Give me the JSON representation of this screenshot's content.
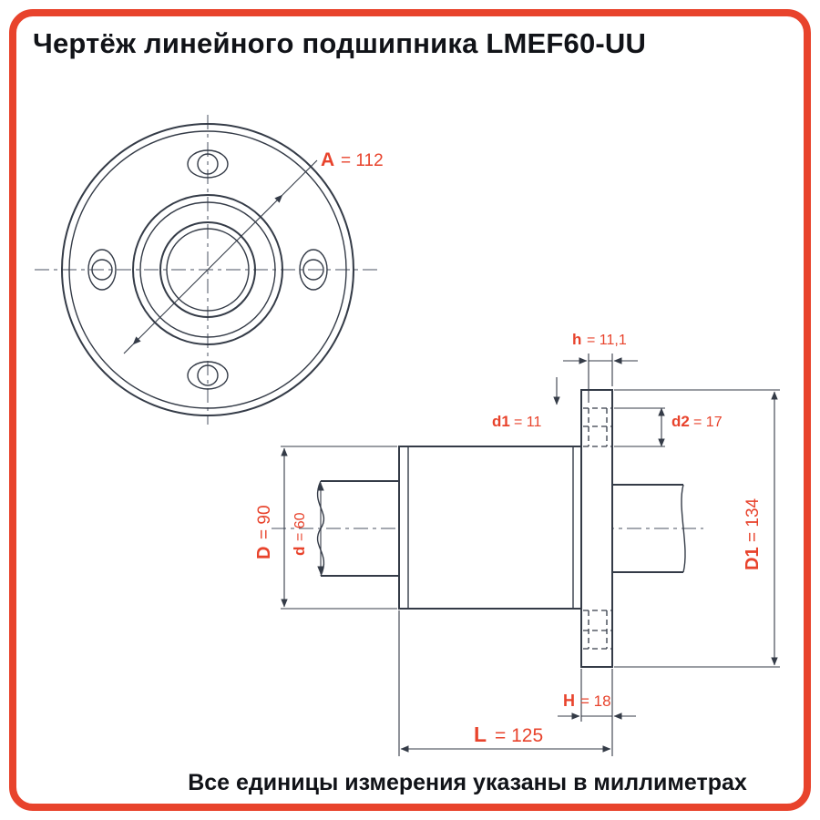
{
  "page": {
    "title": "Чертёж линейного подшипника LMEF60-UU",
    "footer": "Все единицы измерения указаны в миллиметрах",
    "accent_color": "#e8432c",
    "line_color": "#343b47"
  },
  "dims": {
    "A": {
      "label": "A",
      "value": "= 112"
    },
    "h": {
      "label": "h",
      "value": "= 11,1"
    },
    "d1": {
      "label": "d1",
      "value": "= 11"
    },
    "d2": {
      "label": "d2",
      "value": "= 17"
    },
    "D": {
      "label": "D",
      "value": "= 90"
    },
    "d": {
      "label": "d",
      "value": "= 60"
    },
    "D1": {
      "label": "D1",
      "value": "= 134"
    },
    "H": {
      "label": "H",
      "value": "= 18"
    },
    "L": {
      "label": "L",
      "value": "= 125"
    }
  }
}
